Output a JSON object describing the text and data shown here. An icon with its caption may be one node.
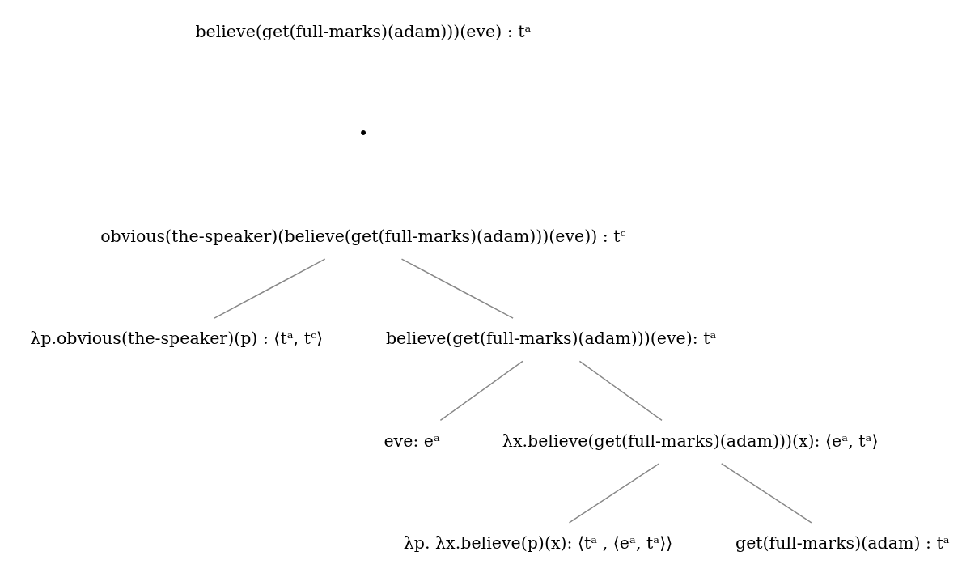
{
  "diagram": {
    "nodes": [
      {
        "text": [
          "obvious(the-speaker)(believe(get(full-marks)(adam)))(eve)) : tᶜ"
        ]
      },
      {
        "text": [
          "λp.obvious(the-speaker)(p) : ⟨tᵃ, tᶜ⟩"
        ]
      },
      {
        "text": [
          "believe(get(full-marks)(adam)))(eve): tᵃ"
        ]
      },
      {
        "text": [
          "eve: eᵃ"
        ]
      },
      {
        "text": [
          "λx.believe(get(full-marks)(adam)))(x): ⟨eᵃ, tᵃ⟩"
        ]
      },
      {
        "text": [
          "λp. λx.believe(p)(x): ⟨tᵃ , ⟨eᵃ, tᵃ⟩⟩"
        ]
      },
      {
        "text": [
          "get(full-marks)(adam) : tᵃ"
        ]
      }
    ],
    "edges": [
      {
        "from": 0,
        "to": 1,
        "arrow": "none"
      },
      {
        "from": 0,
        "to": 2,
        "arrow": "none"
      },
      {
        "from": 2,
        "to": 3,
        "arrow": "none"
      },
      {
        "from": 2,
        "to": 4,
        "arrow": "none"
      },
      {
        "from": 4,
        "to": 5,
        "arrow": "none"
      },
      {
        "from": 4,
        "to": 6,
        "arrow": "none"
      }
    ],
    "labels": [
      "believe(get(full-marks)(adam)))(eve) : tᵃ",
      "•"
    ]
  }
}
